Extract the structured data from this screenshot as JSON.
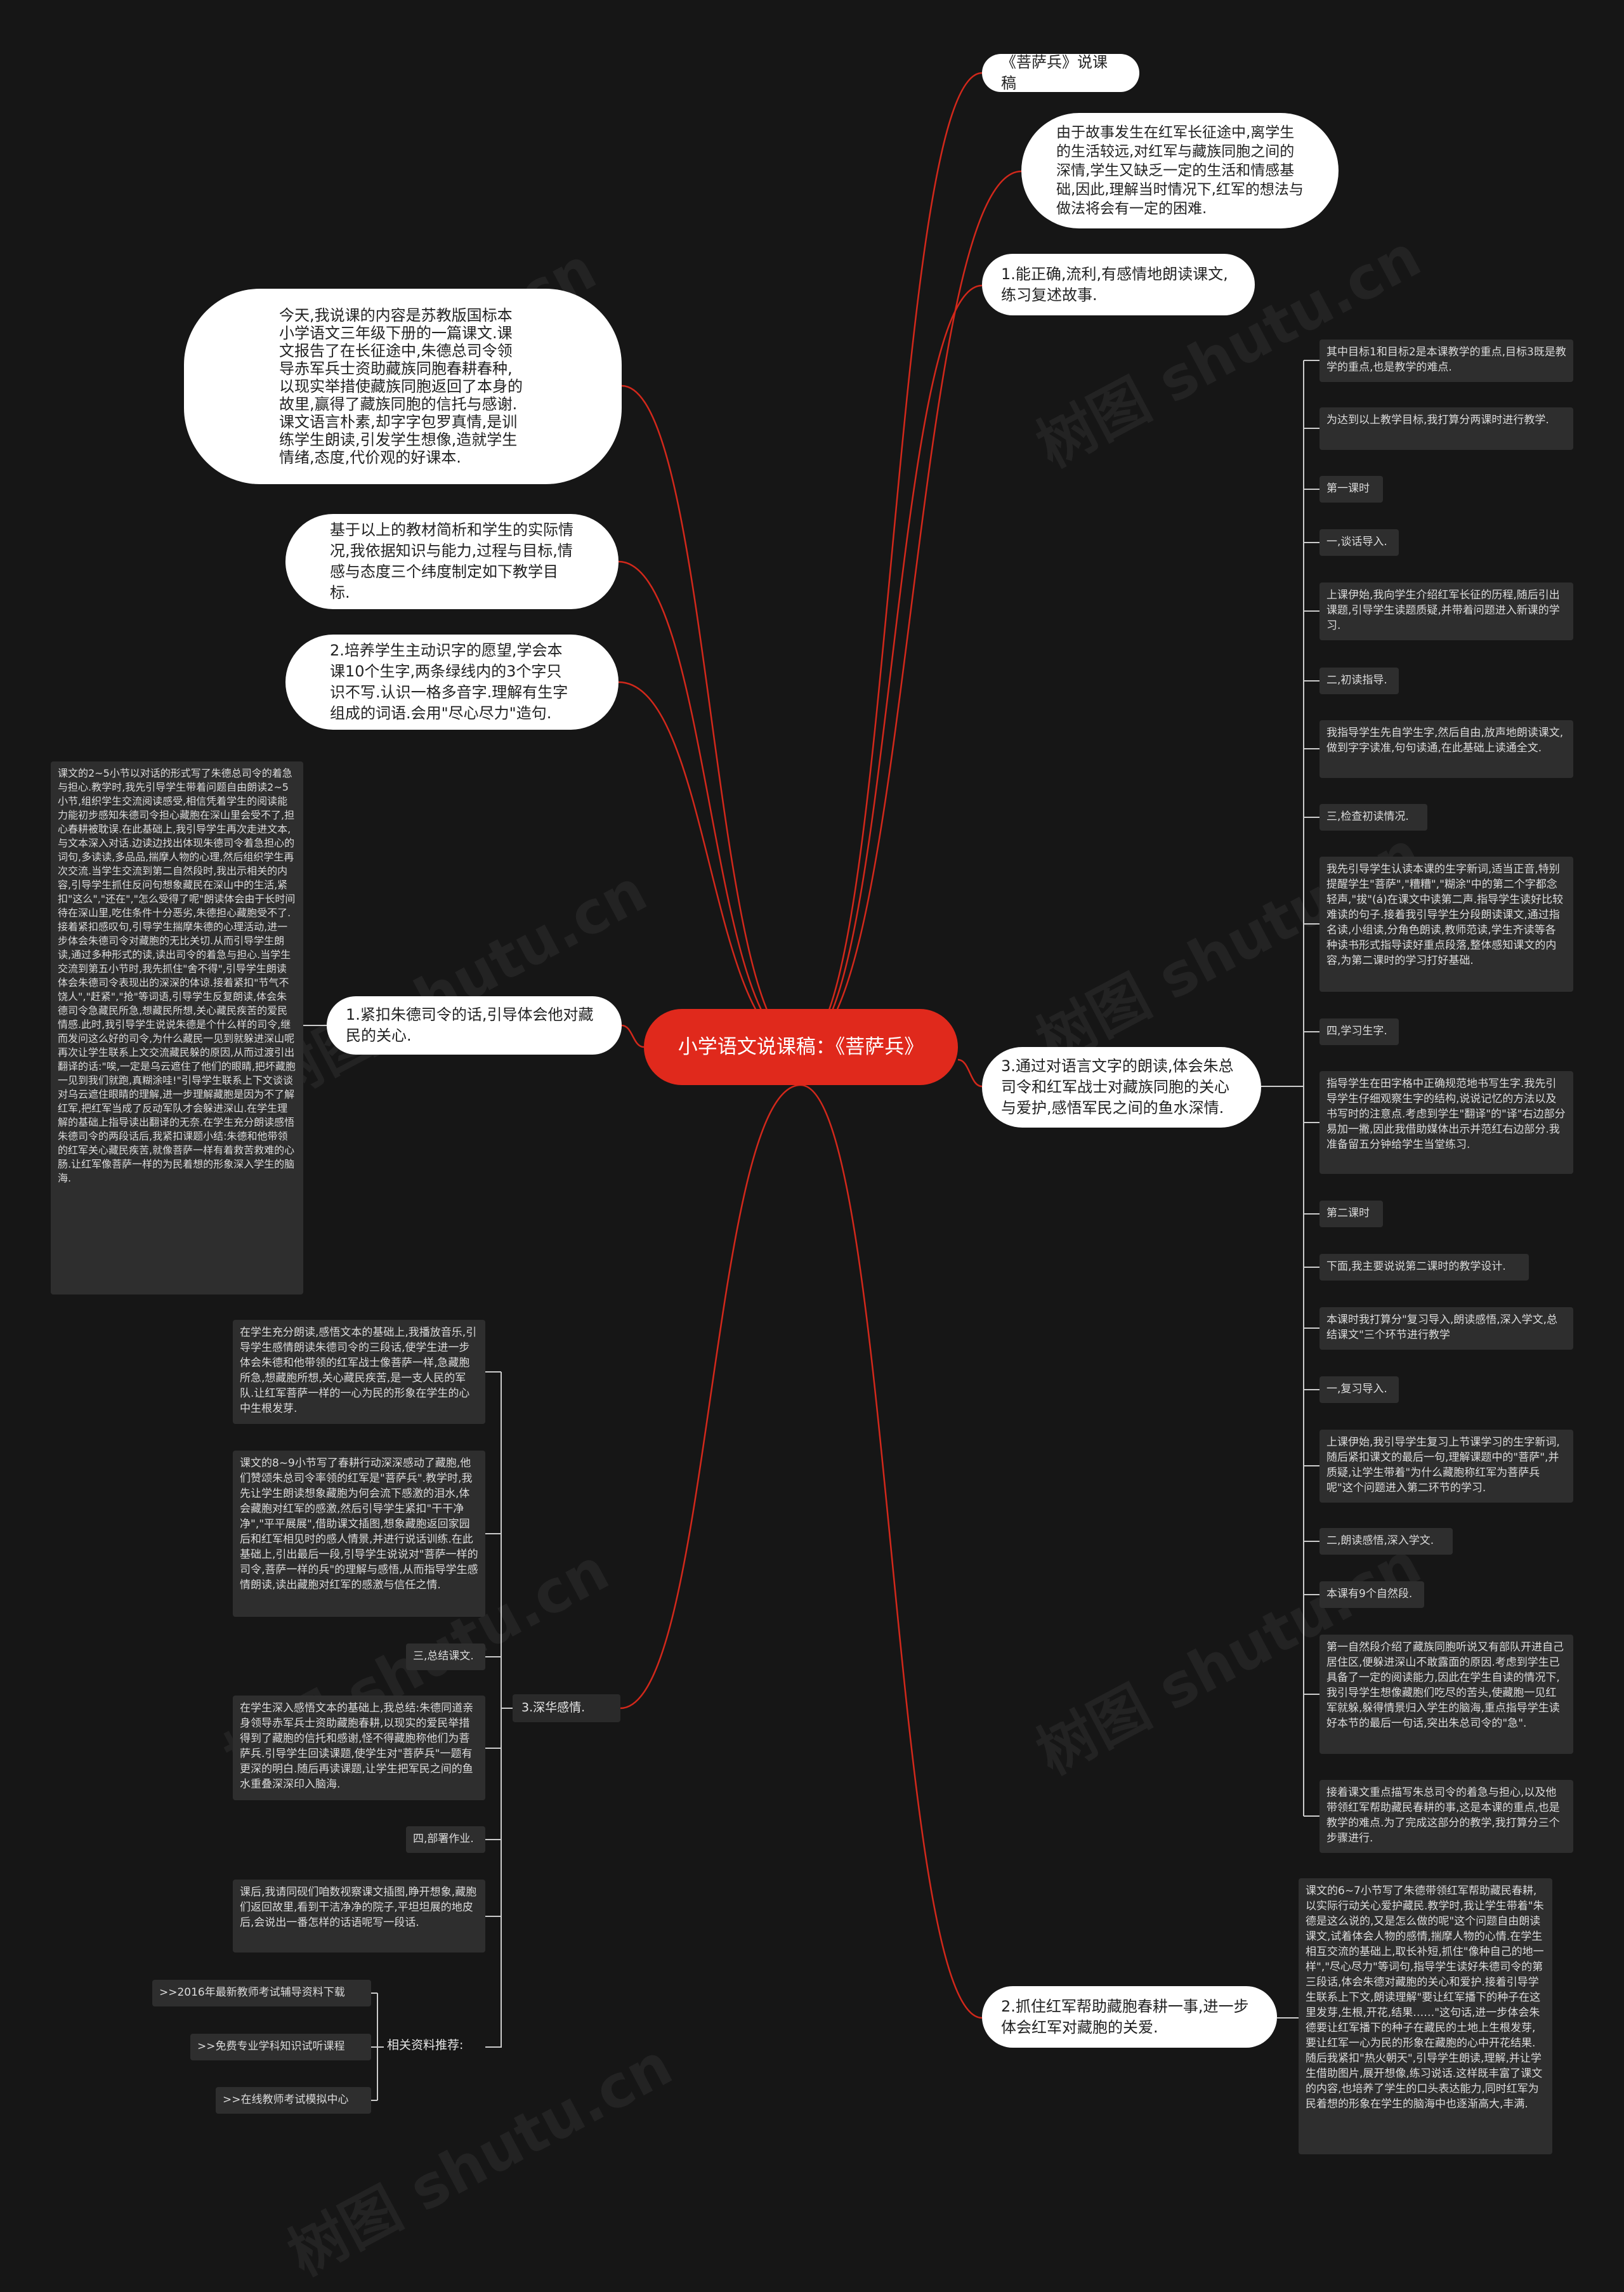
{
  "root": "小学语文说课稿：《菩萨兵》",
  "watermark": "树图 shutu.cn",
  "colors": {
    "link": "#d2281b",
    "root": "#e0291c",
    "background": "#161616"
  },
  "right": {
    "title_node": "《菩萨兵》说课稿",
    "analysis": "由于故事发生在红军长征途中,离学生的生活较远,对红军与藏族同胞之间的深情,学生又缺乏一定的生活和情感基础,因此,理解当时情况下,红军的想法与做法将会有一定的困难.",
    "goal1": "1.能正确,流利,有感情地朗读课文,练习复述故事.",
    "goal3": "3.通过对语言文字的朗读,体会朱总司令和红军战士对藏族同胞的关心与爱护,感悟军民之间的鱼水深情.",
    "goal3_children": [
      "其中目标1和目标2是本课教学的重点,目标3既是教学的重点,也是教学的难点.",
      "为达到以上教学目标,我打算分两课时进行教学.",
      "第一课时",
      "一,谈话导入.",
      "上课伊始,我向学生介绍红军长征的历程,随后引出课题,引导学生读题质疑,并带着问题进入新课的学习.",
      "二,初读指导.",
      "我指导学生先自学生字,然后自由,放声地朗读课文,做到字字读准,句句读通,在此基础上读通全文.",
      "三,检查初读情况.",
      "我先引导学生认读本课的生字新词,适当正音,特别提醒学生\"菩萨\",\"糟糟\",\"糊涂\"中的第二个字都念轻声,\"拔\"(á)在课文中读第二声.指导学生读好比较难读的句子.接着我引导学生分段朗读课文,通过指名读,小组读,分角色朗读,教师范读,学生齐读等各种读书形式指导读好重点段落,整体感知课文的内容,为第二课时的学习打好基础.",
      "四,学习生字.",
      "指导学生在田字格中正确规范地书写生字.我先引导学生仔细观察生字的结构,说说记忆的方法以及书写时的注意点.考虑到学生\"翻译\"的\"译\"右边部分易加一撇,因此我借助媒体出示并范红右边部分.我准备留五分钟给学生当堂练习.",
      "第二课时",
      "下面,我主要说说第二课时的教学设计.",
      "本课时我打算分\"复习导入,朗读感悟,深入学文,总结课文\"三个环节进行教学",
      "一,复习导入.",
      "上课伊始,我引导学生复习上节课学习的生字新词,随后紧扣课文的最后一句,理解课题中的\"菩萨\",并质疑,让学生带着\"为什么藏胞称红军为菩萨兵呢\"这个问题进入第二环节的学习.",
      "二,朗读感悟,深入学文.",
      "本课有9个自然段.",
      "第一自然段介绍了藏族同胞听说又有部队开进自己居住区,便躲进深山不敢露面的原因.考虑到学生已具备了一定的阅读能力,因此在学生自读的情况下,我引导学生想像藏胞们吃尽的苦头,使藏胞一见红军就躲,躲得情景归入学生的脑海,重点指导学生读好本节的最后一句话,突出朱总司令的\"急\".",
      "接着课文重点描写朱总司令的着急与担心,以及他带领红军帮助藏民春耕的事,这是本课的重点,也是教学的难点.为了完成这部分的教学,我打算分三个步骤进行."
    ],
    "step2": "2.抓住红军帮助藏胞春耕一事,进一步体会红军对藏胞的关爱.",
    "step2_detail": "课文的6~7小节写了朱德带领红军帮助藏民春耕,以实际行动关心爱护藏民.教学时,我让学生带着\"朱德是这么说的,又是怎么做的呢\"这个问题自由朗读课文,试着体会人物的感情,揣摩人物的心情.在学生相互交流的基础上,取长补短,抓住\"像种自己的地一样\",\"尽心尽力\"等词句,指导学生读好朱德司令的第三段话,体会朱德对藏胞的关心和爱护.接着引导学生联系上下文,朗读理解\"要让红军播下的种子在这里发芽,生根,开花,结果……\"这句话,进一步体会朱德要让红军播下的种子在藏民的土地上生根发芽,要让红军一心为民的形象在藏胞的心中开花结果.随后我紧扣\"热火朝天\",引导学生朗读,理解,并让学生借助图片,展开想像,练习说话.这样既丰富了课文的内容,也培养了学生的口头表达能力,同时红军为民着想的形象在学生的脑海中也逐渐高大,丰满."
  },
  "left": {
    "intro": "今天,我说课的内容是苏教版国标本小学语文三年级下册的一篇课文.课文报告了在长征途中,朱德总司令领导赤军兵士资助藏族同胞春耕春种,以现实举措使藏族同胞返回了本身的故里,赢得了藏族同胞的信托与感谢.课文语言朴素,却字字包罗真情,是训练学生朗读,引发学生想像,造就学生情绪,态度,代价观的好课本.",
    "basis": "基于以上的教材简析和学生的实际情况,我依据知识与能力,过程与目标,情感与态度三个纬度制定如下教学目标.",
    "goal2": "2.培养学生主动识字的愿望,学会本课10个生字,两条绿线内的3个字只识不写.认识一格多音字.理解有生字组成的词语.会用\"尽心尽力\"造句.",
    "step1": "1.紧扣朱德司令的话,引导体会他对藏民的关心.",
    "step1_detail": "课文的2~5小节以对话的形式写了朱德总司令的着急与担心.教学时,我先引导学生带着问题自由朗读2~5小节,组织学生交流阅读感受,相信凭着学生的阅读能力能初步感知朱德司令担心藏胞在深山里会受不了,担心春耕被耽误.在此基础上,我引导学生再次走进文本,与文本深入对话.边读边找出体现朱德司令着急担心的词句,多读读,多品品,揣摩人物的心理,然后组织学生再次交流.当学生交流到第二自然段时,我出示相关的内容,引导学生抓住反问句想象藏民在深山中的生活,紧扣\"这么\",\"还在\",\"怎么受得了呢\"朗读体会由于长时间待在深山里,吃住条件十分恶劣,朱德担心藏胞受不了.接着紧扣感叹句,引导学生揣摩朱德的心理活动,进一步体会朱德司令对藏胞的无比关切.从而引导学生朗读,通过多种形式的读,读出司令的着急与担心.当学生交流到第五小节时,我先抓住\"舍不得\",引导学生朗读体会朱德司令表现出的深深的体谅.接着紧扣\"节气不饶人\",\"赶紧\",\"抢\"等词语,引导学生反复朗读,体会朱德司令急藏民所急,想藏民所想,关心藏民疾苦的爱民情感.此时,我引导学生说说朱德是个什么样的司令,继而发问这么好的司令,为什么藏民一见到就躲进深山呢再次让学生联系上文交流藏民躲的原因,从而过渡引出翻译的话:\"唉,一定是乌云遮住了他们的眼睛,把坏藏胞一见到我们就跑,真糊涂哇!\"引导学生联系上下文谈谈对乌云遮住眼睛的理解,进一步理解藏胞是因为不了解红军,把红军当成了反动军队才会躲进深山.在学生理解的基础上指导读出翻译的无奈.在学生充分朗读感悟朱德司令的两段话后,我紧扣课题小结:朱德和他带领的红军关心藏民疾苦,就像菩萨一样有着救苦救难的心肠.让红军像菩萨一样的为民着想的形象深入学生的脑海.",
    "step3": "3.深华感情.",
    "step3_children": [
      "在学生充分朗读,感悟文本的基础上,我播放音乐,引导学生感情朗读朱德司令的三段话,使学生进一步体会朱德和他带领的红军战士像菩萨一样,急藏胞所急,想藏胞所想,关心藏民疾苦,是一支人民的军队.让红军菩萨一样的一心为民的形象在学生的心中生根发芽.",
      "课文的8~9小节写了春耕行动深深感动了藏胞,他们赞颂朱总司令率领的红军是\"菩萨兵\".教学时,我先让学生朗读想象藏胞为何会流下感激的泪水,体会藏胞对红军的感激,然后引导学生紧扣\"干干净净\",\"平平展展\",借助课文插图,想象藏胞返回家园后和红军相见时的感人情景,并进行说话训练.在此基础上,引出最后一段,引导学生说说对\"菩萨一样的司令,菩萨一样的兵\"的理解与感悟,从而指导学生感情朗读,读出藏胞对红军的感激与信任之情.",
      "三,总结课文.",
      "在学生深入感悟文本的基础上,我总结:朱德同道亲身领导赤军兵士资助藏胞春耕,以现实的爱民举措得到了藏胞的信托和感谢,怪不得藏胞称他们为菩萨兵.引导学生回读课题,使学生对\"菩萨兵\"一题有更深的明白.随后再读课题,让学生把军民之间的鱼水重叠深深印入脑海.",
      "四,部署作业.",
      "课后,我请同砚们咱数视察课文插图,睁开想象,藏胞们返回故里,看到干洁净净的院子,平坦坦展的地皮后,会说出一番怎样的话语呢写一段话."
    ],
    "resources_label": "相关资料推荐:",
    "resources": [
      ">>2016年最新教师考试辅导资料下载",
      ">>免费专业学科知识试听课程",
      ">>在线教师考试模拟中心"
    ]
  }
}
